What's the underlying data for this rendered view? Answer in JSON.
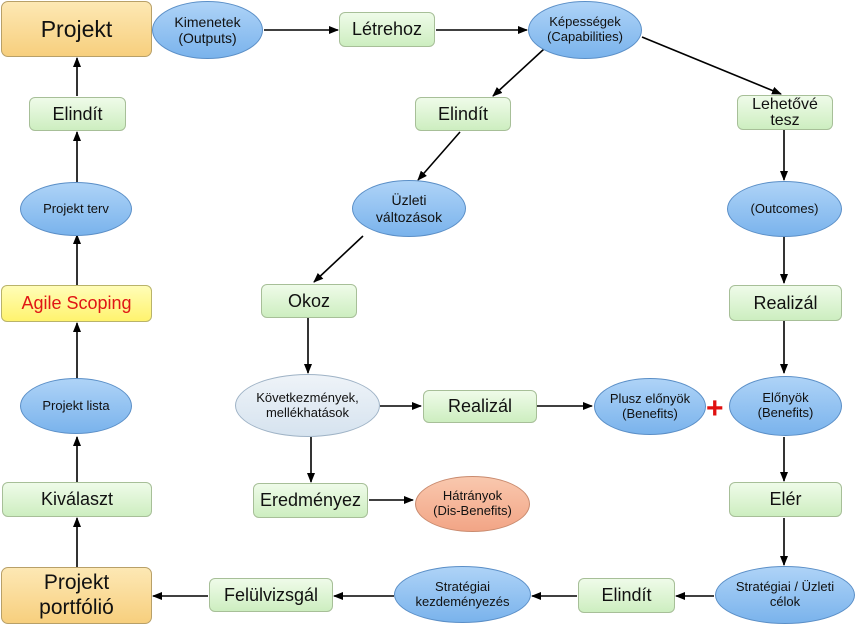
{
  "nodes": {
    "projekt": "Projekt",
    "kimenetek": "Kimenetek\n(Outputs)",
    "letrehoz": "Létrehoz",
    "kepessegek": "Képességek\n(Capabilities)",
    "elindit_left": "Elindít",
    "elindit_mid": "Elindít",
    "lehetove_tesz": "Lehetővé\ntesz",
    "projekt_terv": "Projekt terv",
    "uzleti_valtozasok": "Üzleti\nváltozások",
    "outcomes": "(Outcomes)",
    "agile_scoping": "Agile Scoping",
    "okoz": "Okoz",
    "realizal_right": "Realizál",
    "projekt_lista": "Projekt lista",
    "kovetkezmenyek": "Következmények,\nmellékhatások",
    "realizal_mid": "Realizál",
    "plusz_elonyok": "Plusz előnyök\n(Benefits)",
    "elonyok": "Előnyök\n(Benefits)",
    "plus_sign": "+",
    "kivalaszt": "Kiválaszt",
    "eredmenyez": "Eredményez",
    "hatranyok": "Hátrányok\n(Dis-Benefits)",
    "eler": "Elér",
    "projekt_portfolio": "Projekt\nportfólió",
    "felulvizsgal": "Felülvizsgál",
    "strategiai_kezdemenyezes": "Stratégiai\nkezdeményezés",
    "elindit_bottom": "Elindít",
    "strategiai_uzleti_celok": "Stratégiai / Üzleti\ncélok"
  },
  "colors": {
    "box_green": "#cdeec0",
    "ellipse_blue": "#7ab3ec",
    "ellipse_grey": "#d6e3ef",
    "ellipse_orange": "#f2a586",
    "orange_box": "#f7cf7e",
    "yellow_box": "#fff36e",
    "red_text": "#e01515",
    "arrow": "#000000"
  }
}
